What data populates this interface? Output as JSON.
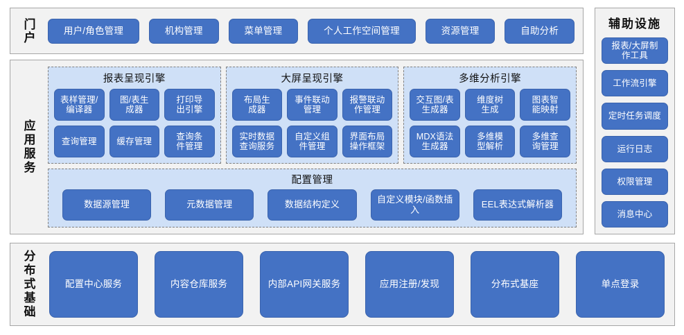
{
  "portal": {
    "label": "门户",
    "buttons": [
      "用户/角色管理",
      "机构管理",
      "菜单管理",
      "个人工作空间管理",
      "资源管理",
      "自助分析"
    ]
  },
  "aux": {
    "title": "辅助设施",
    "items": [
      "报表/大屏制\n作工具",
      "工作流引擎",
      "定时任务调度",
      "运行日志",
      "权限管理",
      "消息中心"
    ]
  },
  "app_services": {
    "label": "应用服务",
    "engines": [
      {
        "title": "报表呈现引擎",
        "items": [
          "表样管理/\n编译器",
          "图/表生\n成器",
          "打印导\n出引擎",
          "查询管理",
          "缓存管理",
          "查询条\n件管理"
        ]
      },
      {
        "title": "大屏呈现引擎",
        "items": [
          "布局生\n成器",
          "事件联动\n管理",
          "报警联动\n作管理",
          "实时数据\n查询服务",
          "自定义组\n件管理",
          "界面布局\n操作框架"
        ]
      },
      {
        "title": "多维分析引擎",
        "items": [
          "交互图/表\n生成器",
          "维度树\n生成",
          "图表智\n能映射",
          "MDX语法\n生成器",
          "多维模\n型解析",
          "多维查\n询管理"
        ]
      }
    ],
    "config": {
      "title": "配置管理",
      "items": [
        "数据源管理",
        "元数据管理",
        "数据结构定义",
        "自定义模块/函数插入",
        "EEL表达式解析器"
      ]
    }
  },
  "distributed": {
    "label": "分布式基础",
    "items": [
      "配置中心服务",
      "内容仓库服务",
      "内部API网关服务",
      "应用注册/发现",
      "分布式基座",
      "单点登录"
    ]
  },
  "colors": {
    "button_blue": "#4472c4",
    "panel_blue": "#cfe0f7",
    "frame_gray": "#f2f2f2",
    "border_gray": "#a6a6a6"
  }
}
